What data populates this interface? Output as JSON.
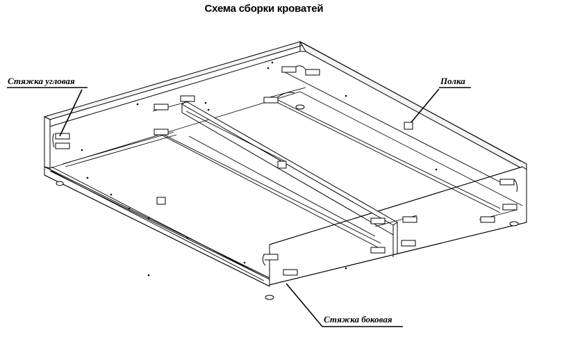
{
  "diagram": {
    "title": "Схема сборки  кроватей",
    "callouts": {
      "corner_tie": "Стяжка угловая",
      "shelf": "Полка",
      "side_tie": "Стяжка боковая"
    },
    "colors": {
      "line": "#000000",
      "panel_top": "#f4f4f4",
      "background": "#ffffff"
    }
  }
}
